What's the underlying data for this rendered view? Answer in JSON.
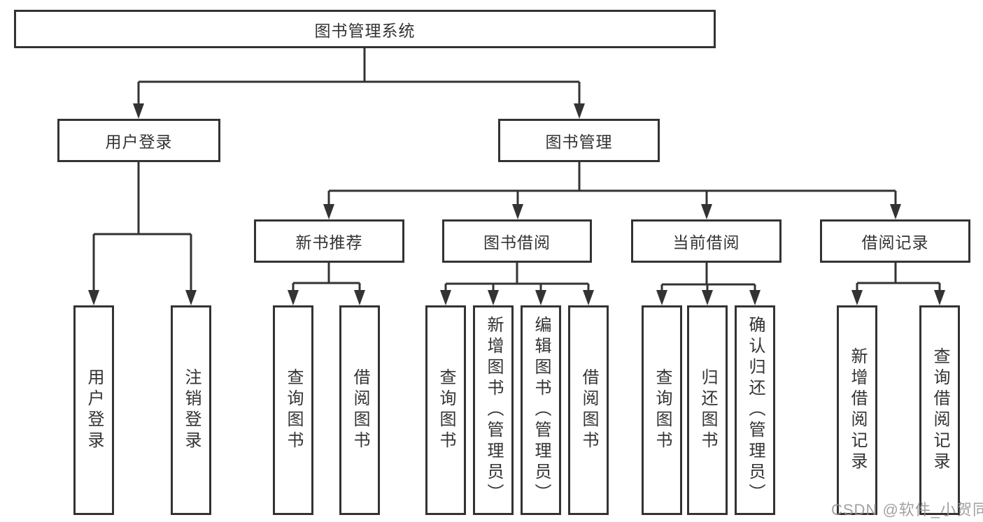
{
  "diagram": {
    "title_node": "图书管理系统",
    "colors": {
      "line": "#333333",
      "box_border": "#333333",
      "text": "#333333",
      "background": "#ffffff",
      "watermark": "#949494"
    },
    "level2": [
      {
        "label": "用户登录",
        "children": [
          "用户登录",
          "注销登录"
        ]
      },
      {
        "label": "图书管理"
      }
    ],
    "level3": [
      {
        "label": "新书推荐",
        "children": [
          "查询图书",
          "借阅图书"
        ]
      },
      {
        "label": "图书借阅",
        "children": [
          "查询图书",
          "新增图书（管理员）",
          "编辑图书（管理员）",
          "借阅图书"
        ]
      },
      {
        "label": "当前借阅",
        "children": [
          "查询图书",
          "归还图书",
          "确认归还（管理员）"
        ]
      },
      {
        "label": "借阅记录",
        "children": [
          "新增借阅记录",
          "查询借阅记录"
        ]
      }
    ]
  },
  "watermark": {
    "text": "CSDN @软件_小贺同学"
  }
}
